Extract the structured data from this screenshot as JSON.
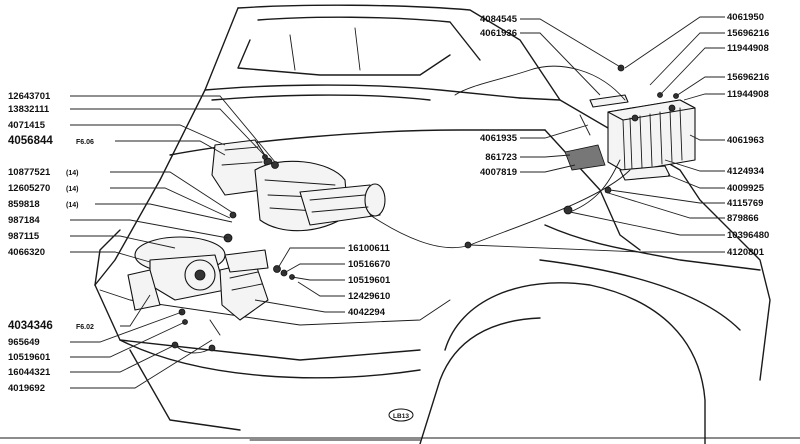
{
  "diagram": {
    "page_code": "LB13",
    "left_labels": [
      {
        "id": "12643701",
        "text": "12643701"
      },
      {
        "id": "13832111",
        "text": "13832111"
      },
      {
        "id": "4071415",
        "text": "4071415"
      },
      {
        "id": "4056844",
        "text": "4056844",
        "ref": "F6.06"
      },
      {
        "id": "10877521",
        "text": "10877521",
        "ref": "(14)"
      },
      {
        "id": "12605270",
        "text": "12605270",
        "ref": "(14)"
      },
      {
        "id": "859818",
        "text": "859818",
        "ref": "(14)"
      },
      {
        "id": "987184",
        "text": "987184"
      },
      {
        "id": "987115",
        "text": "987115"
      },
      {
        "id": "4066320",
        "text": "4066320"
      },
      {
        "id": "4034346",
        "text": "4034346",
        "ref": "F6.02"
      },
      {
        "id": "965649",
        "text": "965649"
      },
      {
        "id": "10519601b",
        "text": "10519601"
      },
      {
        "id": "16044321",
        "text": "16044321"
      },
      {
        "id": "4019692",
        "text": "4019692"
      }
    ],
    "center_labels": [
      {
        "id": "16100611",
        "text": "16100611"
      },
      {
        "id": "10516670",
        "text": "10516670"
      },
      {
        "id": "10519601",
        "text": "10519601"
      },
      {
        "id": "12429610",
        "text": "12429610"
      },
      {
        "id": "4042294",
        "text": "4042294"
      }
    ],
    "top_center_labels": [
      {
        "id": "4084545",
        "text": "4084545"
      },
      {
        "id": "4061936",
        "text": "4061936"
      },
      {
        "id": "4061935",
        "text": "4061935"
      },
      {
        "id": "861723",
        "text": "861723"
      },
      {
        "id": "4007819",
        "text": "4007819"
      }
    ],
    "right_labels": [
      {
        "id": "4061950",
        "text": "4061950"
      },
      {
        "id": "15696216a",
        "text": "15696216"
      },
      {
        "id": "11944908a",
        "text": "11944908"
      },
      {
        "id": "15696216b",
        "text": "15696216"
      },
      {
        "id": "11944908b",
        "text": "11944908"
      },
      {
        "id": "4061963",
        "text": "4061963"
      },
      {
        "id": "4124934",
        "text": "4124934"
      },
      {
        "id": "4009925",
        "text": "4009925"
      },
      {
        "id": "4115769",
        "text": "4115769"
      },
      {
        "id": "879866",
        "text": "879866"
      },
      {
        "id": "10396480",
        "text": "10396480"
      },
      {
        "id": "4120801",
        "text": "4120801"
      }
    ]
  }
}
